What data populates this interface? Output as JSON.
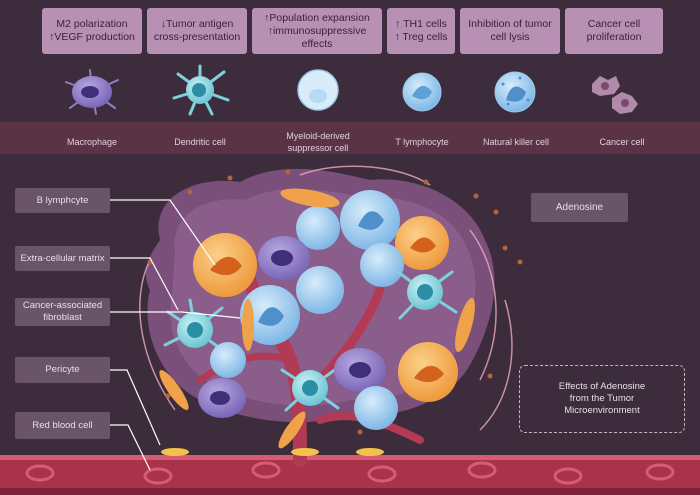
{
  "effects": [
    {
      "text": "M2 polarization\n↑VEGF production"
    },
    {
      "text": "↓Tumor antigen\ncross-presentation"
    },
    {
      "text": "↑Population expansion\n↑immunosuppressive effects"
    },
    {
      "text": "↑ TH1 cells\n↑ Treg cells"
    },
    {
      "text": "Inhibition of tumor\ncell lysis"
    },
    {
      "text": "Cancer cell\nproliferation"
    }
  ],
  "cells": [
    {
      "label": "Macrophage",
      "icon": "macrophage-icon"
    },
    {
      "label": "Dendritic cell",
      "icon": "dendritic-cell-icon"
    },
    {
      "label": "Myeloid-derived\nsuppressor cell",
      "icon": "mdsc-icon"
    },
    {
      "label": "T lymphocyte",
      "icon": "t-lymphocyte-icon"
    },
    {
      "label": "Natural killer cell",
      "icon": "nk-cell-icon"
    },
    {
      "label": "Cancer cell",
      "icon": "cancer-cell-icon"
    }
  ],
  "side_labels": [
    {
      "text": "B lymphcyte"
    },
    {
      "text": "Extra-cellular matrix"
    },
    {
      "text": "Cancer-associated\nfibroblast"
    },
    {
      "text": "Pericyte"
    },
    {
      "text": "Red blood cell"
    }
  ],
  "adenosine_label": "Adenosine",
  "caption": "Effects of Adenosine\nfrom the Tumor\nMicroenvironment",
  "colors": {
    "background": "#3d2d3c",
    "band": "#5a3344",
    "box": "#b890b3",
    "label_box": "#6a5467",
    "vessel": "#a8334b",
    "tumor_matrix": "#7a4f7a"
  }
}
